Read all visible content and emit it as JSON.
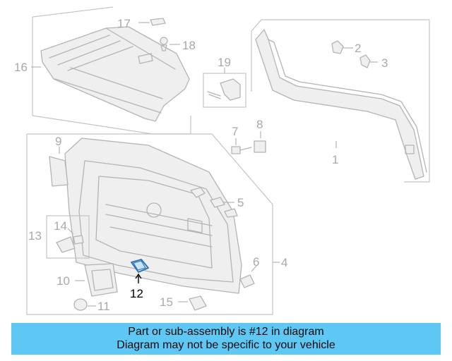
{
  "callouts": {
    "c1": "1",
    "c2": "2",
    "c3": "3",
    "c4": "4",
    "c5": "5",
    "c6": "6",
    "c7": "7",
    "c8": "8",
    "c9": "9",
    "c10": "10",
    "c11": "11",
    "c12": "12",
    "c13": "13",
    "c14": "14",
    "c15": "15",
    "c16": "16",
    "c17": "17",
    "c18": "18",
    "c19": "19"
  },
  "highlight": {
    "part": "12",
    "color": "#4a90c8"
  },
  "banner": {
    "line1": "Part or sub-assembly is #12 in diagram",
    "line2": "Diagram may not be specific to your vehicle",
    "background": "#5ec7f3"
  }
}
